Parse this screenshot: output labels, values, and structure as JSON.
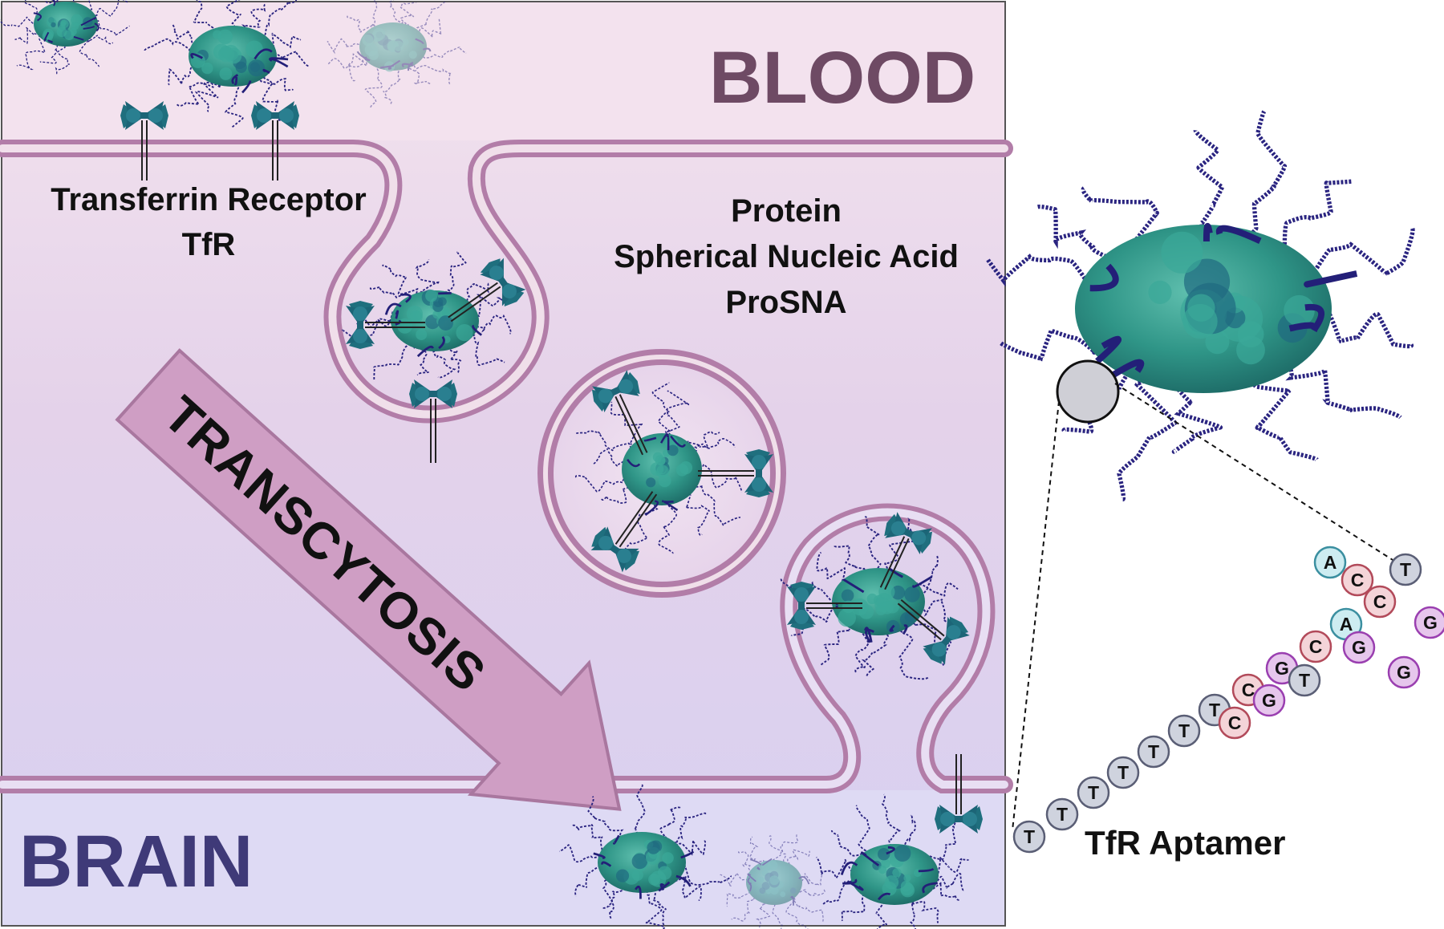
{
  "labels": {
    "blood": "BLOOD",
    "brain": "BRAIN",
    "receptor_line1": "Transferrin Receptor",
    "receptor_line2": "TfR",
    "prosna_line1": "Protein",
    "prosna_line2": "Spherical Nucleic Acid",
    "prosna_line3": "ProSNA",
    "process": "TRANSCYTOSIS",
    "aptamer": "TfR Aptamer"
  },
  "aptamer_sequence": [
    "T",
    "T",
    "T",
    "T",
    "T",
    "T",
    "T",
    "C",
    "G",
    "C",
    "A",
    "C",
    "C",
    "A",
    "T",
    "G",
    "G",
    "T",
    "G",
    "C",
    "G"
  ],
  "colors": {
    "membrane": "#b27da8",
    "blood_bg": "#f1dcea",
    "brain_bg": "#dcd6f1",
    "arrow": "#cf9ec4",
    "protein_core": "#2e9386",
    "dna_strands": "#2a2480",
    "receptor": "#1f6f7e",
    "nt_T": "#cfd3de",
    "nt_C": "#f4d4d8",
    "nt_G": "#e6c6ec",
    "nt_A": "#cdecf1"
  }
}
